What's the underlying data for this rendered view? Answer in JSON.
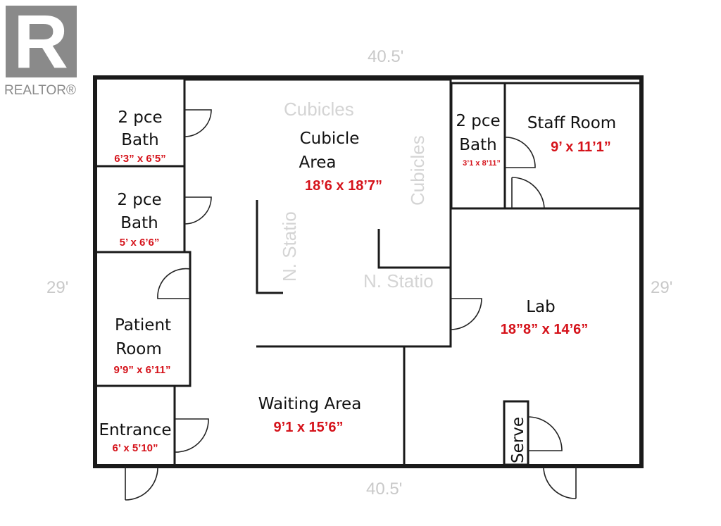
{
  "logo": {
    "mark": "R",
    "text": "REALTOR®"
  },
  "exterior_dimensions": {
    "top": "40.5'",
    "bottom": "40.5'",
    "left": "29'",
    "right": "29'"
  },
  "faded_labels": {
    "cubicles_top": "Cubicles",
    "cubicles_side": "Cubicles",
    "n_station_vertical": "N. Statio",
    "n_station": "N. Statio"
  },
  "rooms": {
    "bath1": {
      "name_line1": "2 pce",
      "name_line2": "Bath",
      "dims": "6’3” x 6’5”"
    },
    "bath2": {
      "name_line1": "2 pce",
      "name_line2": "Bath",
      "dims": "5’ x 6’6”"
    },
    "cubicle": {
      "name_line1": "Cubicle",
      "name_line2": "Area",
      "dims": "18’6 x 18’7”"
    },
    "bath3": {
      "name_line1": "2 pce",
      "name_line2": "Bath",
      "dims": "3’1 x 8’11”"
    },
    "staff": {
      "name": "Staff Room",
      "dims": "9’ x 11’1”"
    },
    "lab": {
      "name": "Lab",
      "dims": "18”8” x 14’6”"
    },
    "patient": {
      "name_line1": "Patient",
      "name_line2": "Room",
      "dims": "9’9” x 6’11”"
    },
    "waiting": {
      "name": "Waiting Area",
      "dims": "9’1 x 15’6”"
    },
    "entrance": {
      "name": "Entrance",
      "dims": "6’ x 5’10”"
    },
    "server": {
      "name": "Serve"
    }
  },
  "colors": {
    "dimension_red": "#d5121a",
    "wall": "#1a1a1a",
    "logo_gray": "#8a8a8a",
    "faded_text": "#d4d4d4"
  }
}
